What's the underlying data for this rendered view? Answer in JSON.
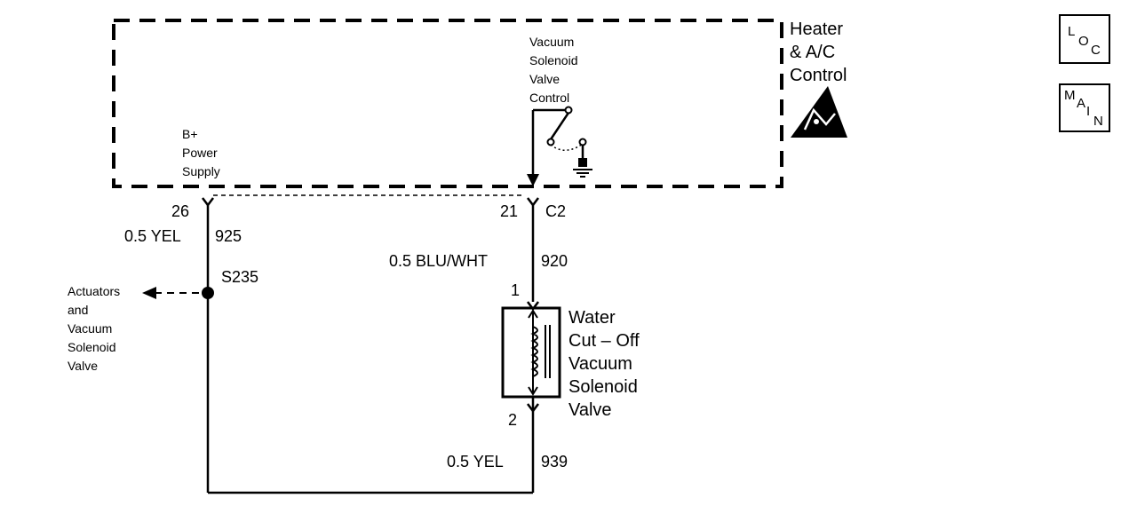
{
  "diagram": {
    "module": {
      "title_lines": [
        "Heater",
        "& A/C",
        "Control"
      ],
      "power_label_lines": [
        "B+",
        "Power",
        "Supply"
      ],
      "valve_control_lines": [
        "Vacuum",
        "Solenoid",
        "Valve",
        "Control"
      ]
    },
    "connector": "C2",
    "pins": {
      "power": "26",
      "control": "21"
    },
    "wires": {
      "power": {
        "gauge_color": "0.5 YEL",
        "circuit": "925"
      },
      "control": {
        "gauge_color": "0.5 BLU/WHT",
        "circuit": "920"
      },
      "return": {
        "gauge_color": "0.5 YEL",
        "circuit": "939"
      }
    },
    "splice": "S235",
    "splice_destination_lines": [
      "Actuators",
      "and",
      "Vacuum",
      "Solenoid",
      "Valve"
    ],
    "solenoid": {
      "name_lines": [
        "Water",
        "Cut – Off",
        "Vacuum",
        "Solenoid",
        "Valve"
      ],
      "pin_top": "1",
      "pin_bottom": "2"
    }
  },
  "nav": {
    "loc": {
      "letters": [
        "L",
        "O",
        "C"
      ]
    },
    "main": {
      "letters": [
        "M",
        "A",
        "I",
        "N"
      ]
    }
  }
}
